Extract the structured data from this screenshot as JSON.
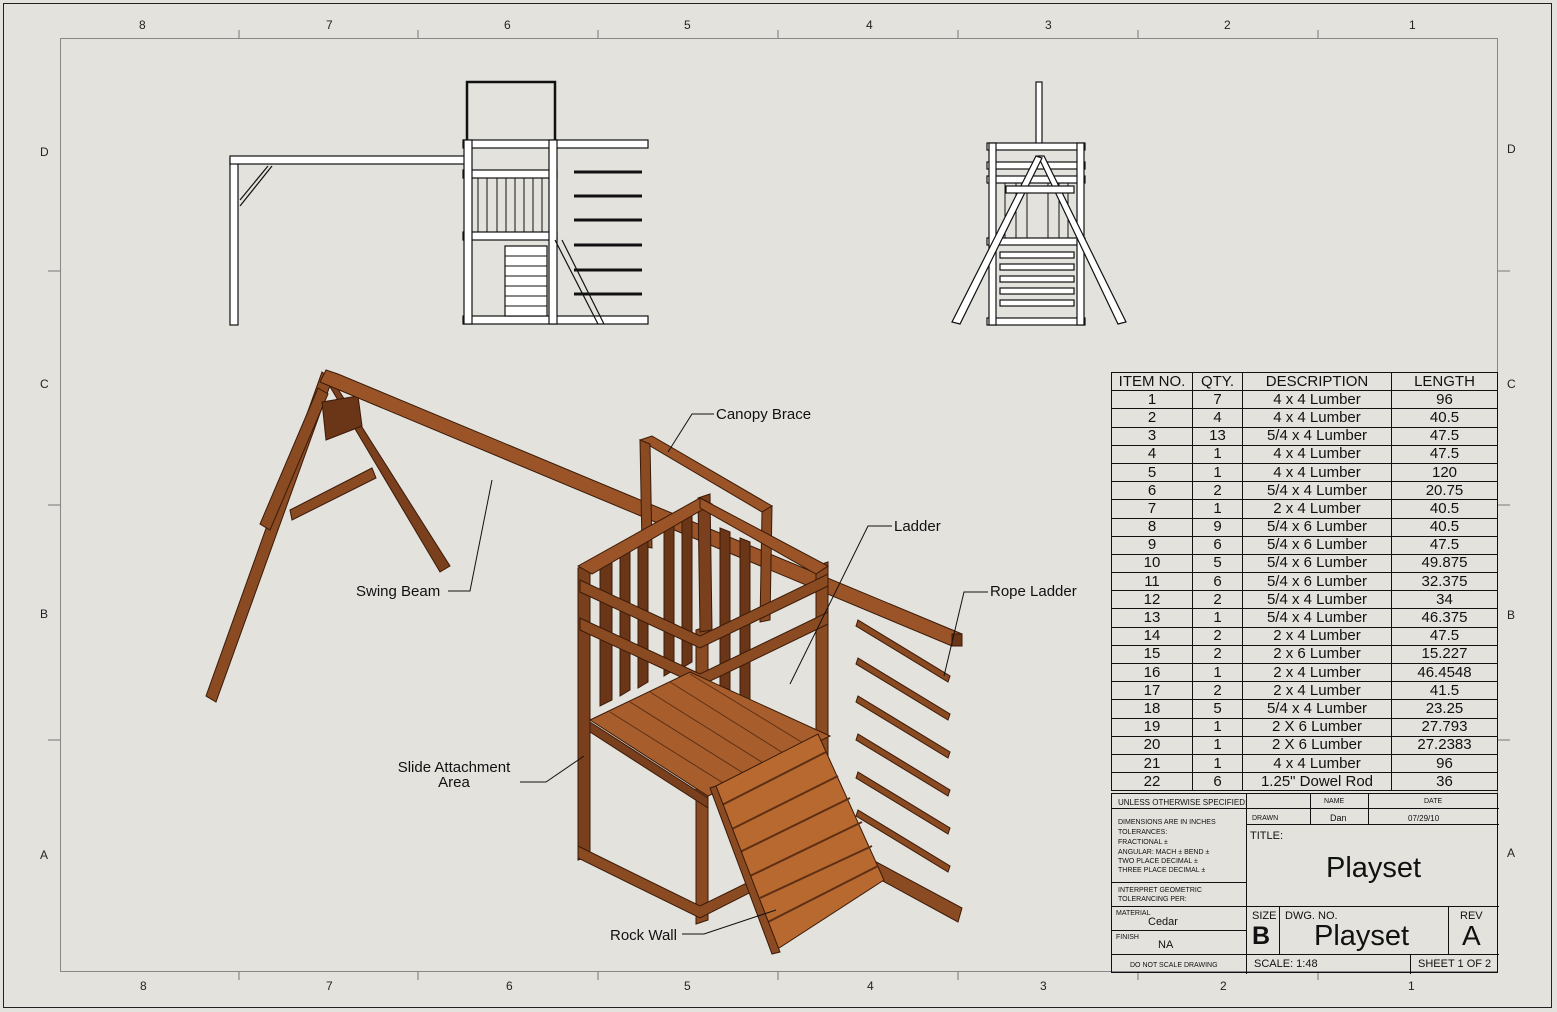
{
  "zones": {
    "columns": [
      "8",
      "7",
      "6",
      "5",
      "4",
      "3",
      "2",
      "1"
    ],
    "rows": [
      "D",
      "C",
      "B",
      "A"
    ]
  },
  "callouts": {
    "canopy_brace": "Canopy Brace",
    "ladder": "Ladder",
    "swing_beam": "Swing Beam",
    "rope_ladder": "Rope Ladder",
    "slide_attachment_1": "Slide Attachment",
    "slide_attachment_2": "Area",
    "rock_wall": "Rock Wall"
  },
  "bom": {
    "headers": [
      "ITEM NO.",
      "QTY.",
      "DESCRIPTION",
      "LENGTH"
    ],
    "rows": [
      [
        "1",
        "7",
        "4 x 4 Lumber",
        "96"
      ],
      [
        "2",
        "4",
        "4 x 4 Lumber",
        "40.5"
      ],
      [
        "3",
        "13",
        "5/4 x 4 Lumber",
        "47.5"
      ],
      [
        "4",
        "1",
        "4 x 4 Lumber",
        "47.5"
      ],
      [
        "5",
        "1",
        "4 x 4 Lumber",
        "120"
      ],
      [
        "6",
        "2",
        "5/4 x 4 Lumber",
        "20.75"
      ],
      [
        "7",
        "1",
        "2 x 4 Lumber",
        "40.5"
      ],
      [
        "8",
        "9",
        "5/4 x 6 Lumber",
        "40.5"
      ],
      [
        "9",
        "6",
        "5/4 x 6 Lumber",
        "47.5"
      ],
      [
        "10",
        "5",
        "5/4 x 6 Lumber",
        "49.875"
      ],
      [
        "11",
        "6",
        "5/4 x 6 Lumber",
        "32.375"
      ],
      [
        "12",
        "2",
        "5/4 x 4 Lumber",
        "34"
      ],
      [
        "13",
        "1",
        "5/4 x 4 Lumber",
        "46.375"
      ],
      [
        "14",
        "2",
        "2 x 4 Lumber",
        "47.5"
      ],
      [
        "15",
        "2",
        "2 x 6 Lumber",
        "15.227"
      ],
      [
        "16",
        "1",
        "2 x 4 Lumber",
        "46.4548"
      ],
      [
        "17",
        "2",
        "2 x 4 Lumber",
        "41.5"
      ],
      [
        "18",
        "5",
        "5/4 x 4 Lumber",
        "23.25"
      ],
      [
        "19",
        "1",
        "2 X 6 Lumber",
        "27.793"
      ],
      [
        "20",
        "1",
        "2 X 6 Lumber",
        "27.2383"
      ],
      [
        "21",
        "1",
        "4 x 4 Lumber",
        "96"
      ],
      [
        "22",
        "6",
        "1.25\" Dowel Rod",
        "36"
      ]
    ]
  },
  "title_block": {
    "unless": "UNLESS OTHERWISE SPECIFIED:",
    "name_hdr": "NAME",
    "date_hdr": "DATE",
    "drawn_lbl": "DRAWN",
    "drawn_name": "Dan",
    "drawn_date": "07/29/10",
    "dims": "DIMENSIONS ARE IN INCHES",
    "tol": "TOLERANCES:",
    "frac": "FRACTIONAL ±",
    "ang": "ANGULAR: MACH ±   BEND ±",
    "two": "TWO PLACE DECIMAL   ±",
    "three": "THREE PLACE DECIMAL  ±",
    "interp1": "INTERPRET GEOMETRIC",
    "interp2": "TOLERANCING PER:",
    "material_lbl": "MATERIAL",
    "material": "Cedar",
    "finish_lbl": "FINISH",
    "finish": "NA",
    "noscale": "DO NOT SCALE DRAWING",
    "title_lbl": "TITLE:",
    "title": "Playset",
    "size_lbl": "SIZE",
    "size": "B",
    "dwg_lbl": "DWG.  NO.",
    "dwg": "Playset",
    "rev_lbl": "REV",
    "rev": "A",
    "scale": "SCALE: 1:48",
    "sheet": "SHEET 1 OF 2"
  },
  "colors": {
    "wood": "#8a4a22",
    "wood_light": "#b5652f",
    "wood_dark": "#5e2f14",
    "line": "#111111"
  }
}
